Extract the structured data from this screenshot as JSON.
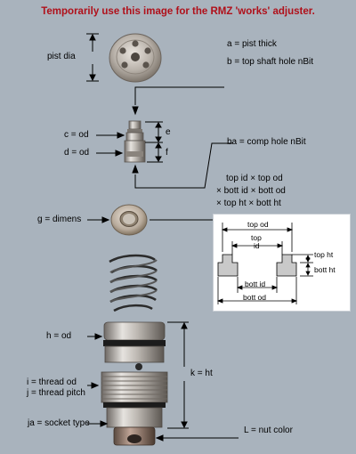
{
  "title": "Temporarily use this image for the RMZ 'works' adjuster.",
  "labels": {
    "pist_dia": "pist dia",
    "a": "a = pist thick",
    "b": "b = top shaft hole nBit",
    "c": "c = od",
    "d": "d = od",
    "e": "e",
    "f": "f",
    "ba": "ba = comp hole nBit",
    "g": "g = dimens",
    "h": "h = od",
    "i": "i = thread od",
    "j": "j = thread pitch",
    "k": "k = ht",
    "ja": "ja = socket type",
    "L": "L = nut color"
  },
  "dimens_legend": {
    "line1": "top id × top od",
    "line2": "× bott id × bott od",
    "line3": "× top ht × bott ht"
  },
  "washer_diagram": {
    "top_od": "top od",
    "top_id_line1": "top",
    "top_id_line2": "id",
    "top_ht": "top ht",
    "bott_ht": "bott ht",
    "bott_id": "bott id",
    "bott_od": "bott od"
  }
}
